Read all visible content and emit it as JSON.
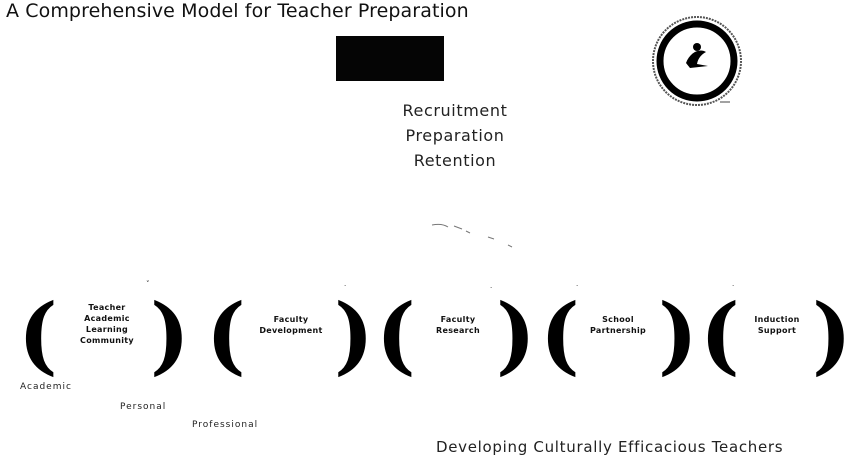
{
  "title": "A Comprehensive Model for Teacher Preparation",
  "center": {
    "line1": "Recruitment",
    "line2": "Preparation",
    "line3": "Retention"
  },
  "components": [
    {
      "lines": [
        "Teacher",
        "Academic",
        "Learning",
        "Community"
      ]
    },
    {
      "lines": [
        "Faculty",
        "Development"
      ]
    },
    {
      "lines": [
        "Faculty",
        "Research"
      ]
    },
    {
      "lines": [
        "School",
        "Partnership"
      ]
    },
    {
      "lines": [
        "Induction",
        "Support"
      ]
    }
  ],
  "levels": {
    "academic": "Academic",
    "personal": "Personal",
    "professional": "Professional"
  },
  "footer": "Developing Culturally Efficacious Teachers"
}
